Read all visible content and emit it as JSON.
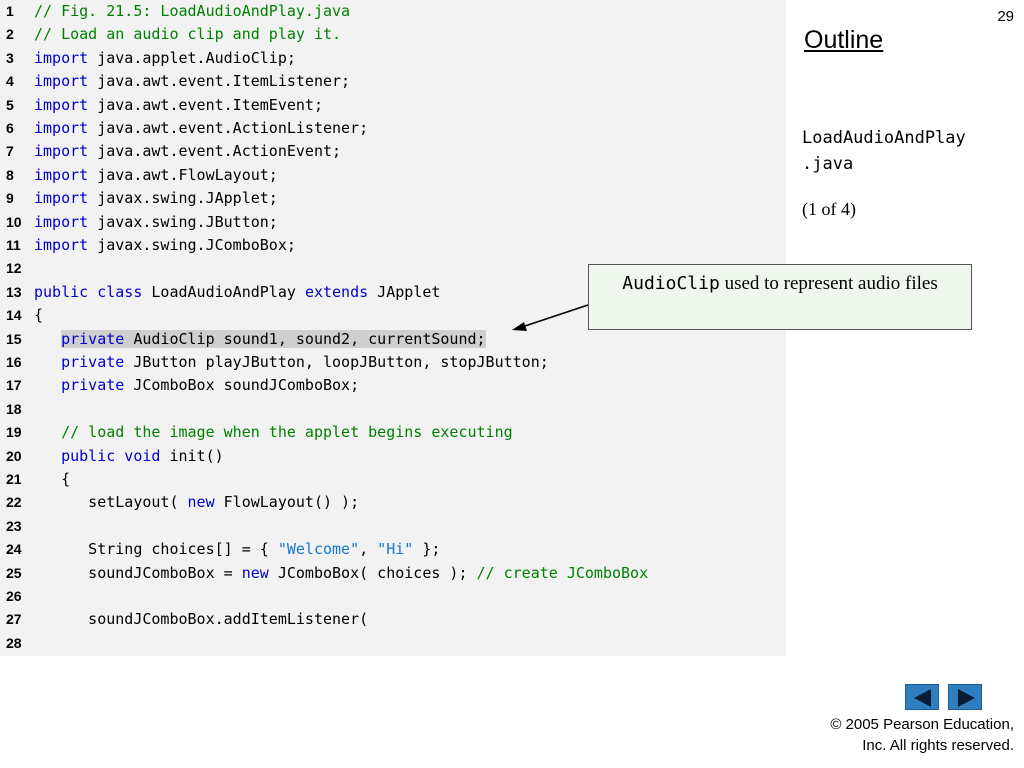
{
  "slide": {
    "number": "29",
    "outline_title": "Outline",
    "file_name_line1": "LoadAudioAndPlay",
    "file_name_line2": ".java",
    "page_indicator": "(1 of 4)"
  },
  "callout": {
    "code": "AudioClip",
    "text": " used to represent audio files"
  },
  "code": {
    "lines": [
      {
        "n": "1",
        "segs": [
          {
            "t": "// Fig. 21.5: LoadAudioAndPlay.java",
            "c": "cmt"
          }
        ]
      },
      {
        "n": "2",
        "segs": [
          {
            "t": "// Load an audio clip and play it.",
            "c": "cmt"
          }
        ]
      },
      {
        "n": "3",
        "segs": [
          {
            "t": "import",
            "c": "kw"
          },
          {
            "t": " java.applet.AudioClip;",
            "c": ""
          }
        ]
      },
      {
        "n": "4",
        "segs": [
          {
            "t": "import",
            "c": "kw"
          },
          {
            "t": " java.awt.event.ItemListener;",
            "c": ""
          }
        ]
      },
      {
        "n": "5",
        "segs": [
          {
            "t": "import",
            "c": "kw"
          },
          {
            "t": " java.awt.event.ItemEvent;",
            "c": ""
          }
        ]
      },
      {
        "n": "6",
        "segs": [
          {
            "t": "import",
            "c": "kw"
          },
          {
            "t": " java.awt.event.ActionListener;",
            "c": ""
          }
        ]
      },
      {
        "n": "7",
        "segs": [
          {
            "t": "import",
            "c": "kw"
          },
          {
            "t": " java.awt.event.ActionEvent;",
            "c": ""
          }
        ]
      },
      {
        "n": "8",
        "segs": [
          {
            "t": "import",
            "c": "kw"
          },
          {
            "t": " java.awt.FlowLayout;",
            "c": ""
          }
        ]
      },
      {
        "n": "9",
        "segs": [
          {
            "t": "import",
            "c": "kw"
          },
          {
            "t": " javax.swing.JApplet;",
            "c": ""
          }
        ]
      },
      {
        "n": "10",
        "segs": [
          {
            "t": "import",
            "c": "kw"
          },
          {
            "t": " javax.swing.JButton;",
            "c": ""
          }
        ]
      },
      {
        "n": "11",
        "segs": [
          {
            "t": "import",
            "c": "kw"
          },
          {
            "t": " javax.swing.JComboBox;",
            "c": ""
          }
        ]
      },
      {
        "n": "12",
        "segs": []
      },
      {
        "n": "13",
        "segs": [
          {
            "t": "public class",
            "c": "kw"
          },
          {
            "t": " LoadAudioAndPlay ",
            "c": ""
          },
          {
            "t": "extends",
            "c": "kw"
          },
          {
            "t": " JApplet",
            "c": ""
          }
        ]
      },
      {
        "n": "14",
        "segs": [
          {
            "t": "{",
            "c": ""
          }
        ]
      },
      {
        "n": "15",
        "segs": [
          {
            "t": "   ",
            "c": ""
          },
          {
            "t": "private",
            "c": "kw hl"
          },
          {
            "t": " AudioClip sound1, sound2, currentSound;",
            "c": "hl"
          }
        ]
      },
      {
        "n": "16",
        "segs": [
          {
            "t": "   ",
            "c": ""
          },
          {
            "t": "private",
            "c": "kw"
          },
          {
            "t": " JButton playJButton, loopJButton, stopJButton;",
            "c": ""
          }
        ]
      },
      {
        "n": "17",
        "segs": [
          {
            "t": "   ",
            "c": ""
          },
          {
            "t": "private",
            "c": "kw"
          },
          {
            "t": " JComboBox soundJComboBox;",
            "c": ""
          }
        ]
      },
      {
        "n": "18",
        "segs": []
      },
      {
        "n": "19",
        "segs": [
          {
            "t": "   ",
            "c": ""
          },
          {
            "t": "// load the image when the applet begins executing",
            "c": "cmt"
          }
        ]
      },
      {
        "n": "20",
        "segs": [
          {
            "t": "   ",
            "c": ""
          },
          {
            "t": "public void",
            "c": "kw"
          },
          {
            "t": " init()",
            "c": ""
          }
        ]
      },
      {
        "n": "21",
        "segs": [
          {
            "t": "   {",
            "c": ""
          }
        ]
      },
      {
        "n": "22",
        "segs": [
          {
            "t": "      setLayout( ",
            "c": ""
          },
          {
            "t": "new",
            "c": "kw"
          },
          {
            "t": " FlowLayout() );",
            "c": ""
          }
        ]
      },
      {
        "n": "23",
        "segs": []
      },
      {
        "n": "24",
        "segs": [
          {
            "t": "      String choices[] = { ",
            "c": ""
          },
          {
            "t": "\"Welcome\"",
            "c": "str"
          },
          {
            "t": ", ",
            "c": ""
          },
          {
            "t": "\"Hi\"",
            "c": "str"
          },
          {
            "t": " };",
            "c": ""
          }
        ]
      },
      {
        "n": "25",
        "segs": [
          {
            "t": "      soundJComboBox = ",
            "c": ""
          },
          {
            "t": "new",
            "c": "kw"
          },
          {
            "t": " JComboBox( choices ); ",
            "c": ""
          },
          {
            "t": "// create JComboBox",
            "c": "cmt"
          }
        ]
      },
      {
        "n": "26",
        "segs": []
      },
      {
        "n": "27",
        "segs": [
          {
            "t": "      soundJComboBox.addItemListener(",
            "c": ""
          }
        ]
      },
      {
        "n": "28",
        "segs": []
      }
    ]
  },
  "nav": {
    "prev_icon": "triangle-left-icon",
    "next_icon": "triangle-right-icon"
  },
  "footer": {
    "copyright_line1": "© 2005 Pearson Education,",
    "copyright_line2": "Inc.  All rights reserved."
  }
}
